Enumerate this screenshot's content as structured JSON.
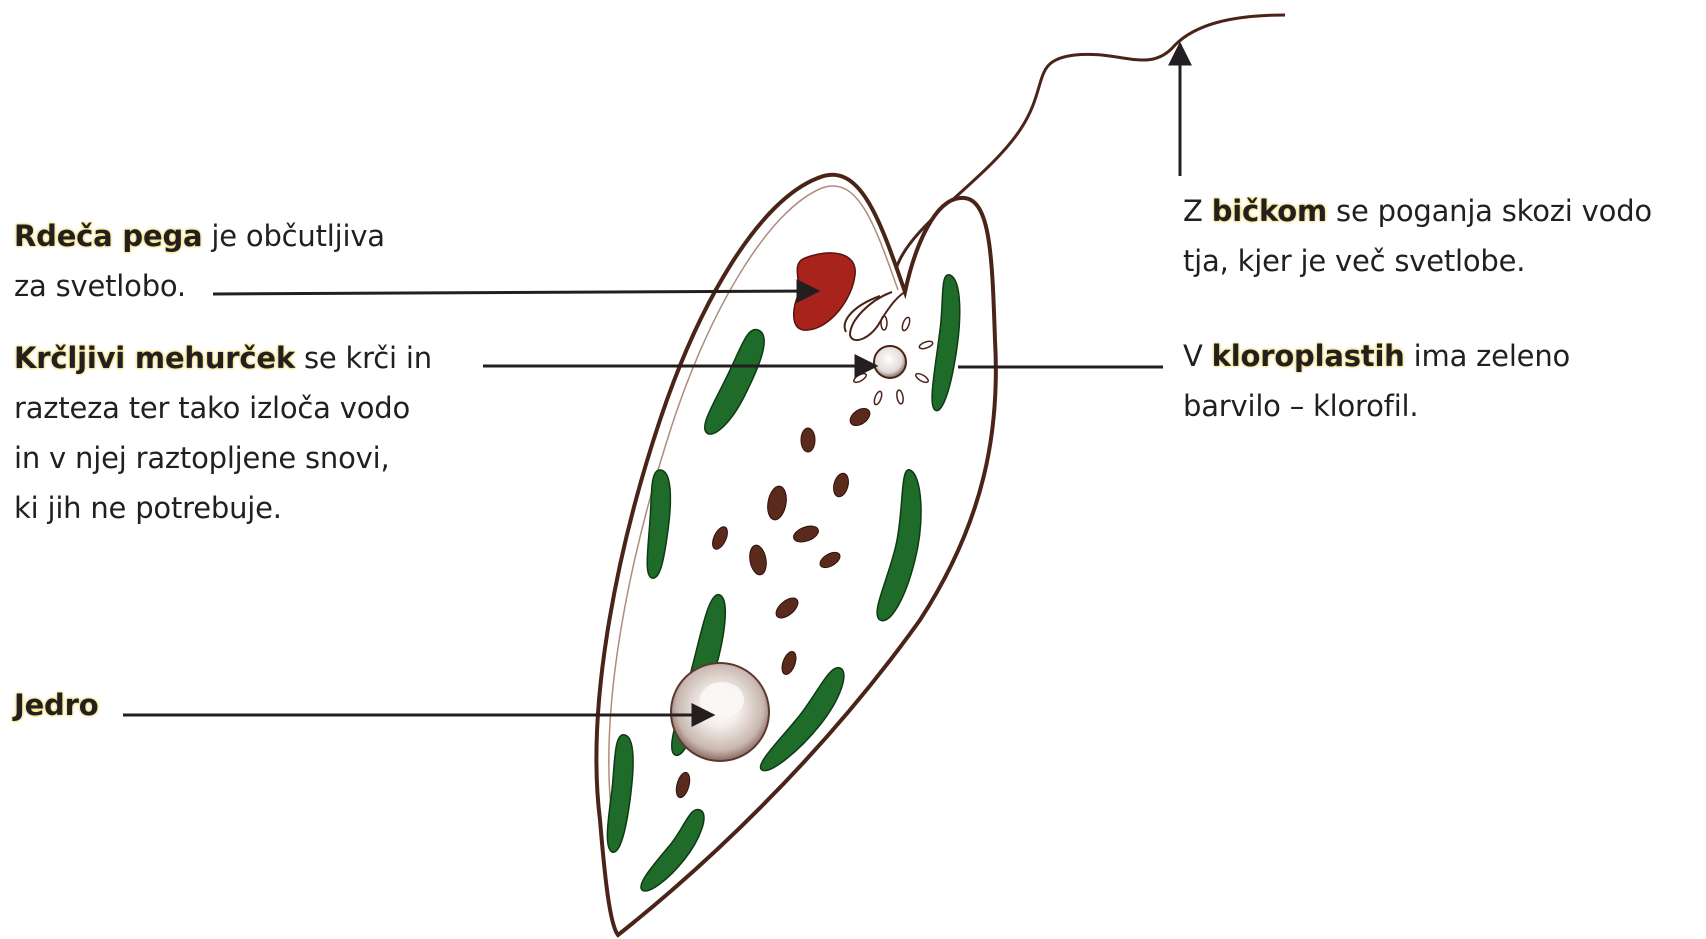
{
  "labels": {
    "eyespot": {
      "keyword": "Rdeča pega",
      "rest_line1": " je občutljiva",
      "line2": "za svetlobo."
    },
    "vacuole": {
      "keyword": "Krčljivi mehurček",
      "rest_line1": " se krči in",
      "line2": "razteza ter tako izloča vodo",
      "line3": "in v njej raztopljene snovi,",
      "line4": "ki jih ne potrebuje."
    },
    "nucleus": {
      "keyword": "Jedro"
    },
    "flagellum": {
      "prefix": "Z ",
      "keyword": "bičkom",
      "rest_line1": " se poganja skozi vodo",
      "line2": "tja, kjer je več svetlobe."
    },
    "chloroplast": {
      "prefix": "V ",
      "keyword": "kloroplastih",
      "rest_line1": " ima zeleno",
      "line2": "barvilo – klorofil."
    }
  },
  "colors": {
    "outline": "#4a2418",
    "chloroplast": "#1f6b2a",
    "eyespot": "#a8231c",
    "granule": "#5a2a1c",
    "keyword_highlight": "#e8d050",
    "leader_line": "#231f20"
  }
}
